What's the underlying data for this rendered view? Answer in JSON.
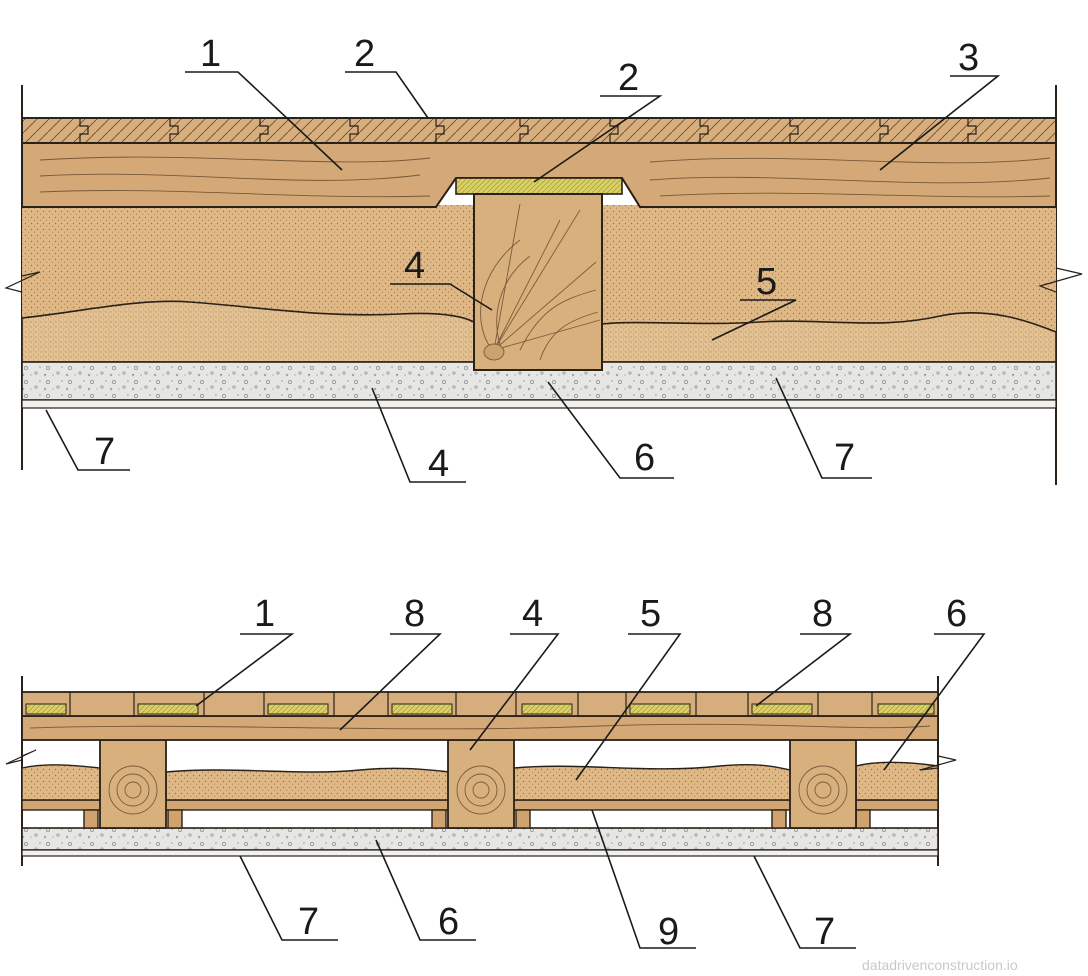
{
  "callouts": {
    "top": [
      "1",
      "2",
      "2",
      "3",
      "4",
      "5",
      "7",
      "4",
      "6",
      "7"
    ],
    "bottom": [
      "1",
      "8",
      "4",
      "5",
      "8",
      "6",
      "7",
      "6",
      "9",
      "7"
    ]
  },
  "watermark": "datadrivenconstruction.io",
  "colors": {
    "wood": "#d6ad7c",
    "wood_dark": "#c99a66",
    "fill": "#dfb886",
    "insulation": "#d8cf62",
    "concrete": "#e4e4e2",
    "line": "#2a2118"
  }
}
